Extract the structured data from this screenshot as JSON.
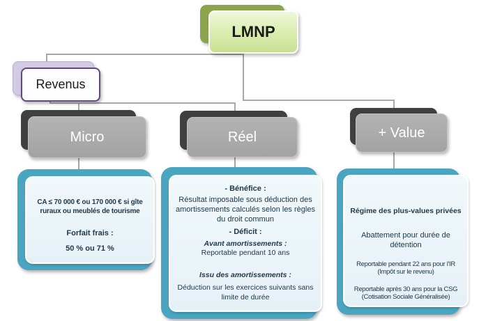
{
  "diagram": {
    "root_label": "LMNP",
    "revenus_label": "Revenus",
    "micro_label": "Micro",
    "reel_label": "Réel",
    "value_label": "+ Value",
    "micro_details": {
      "condition_line1": "CA ≤  70 000 € ou 170 000 €  si gîte",
      "condition_line2": "ruraux ou meublés de tourisme",
      "forfait_title": "Forfait frais :",
      "forfait_value": "50 % ou 71 %"
    },
    "reel_details": {
      "benefice_title": "- Bénéfice :",
      "benefice_body": "Résultat imposable sous déduction des amortissements calculés selon les règles du droit commun",
      "deficit_title": "- Déficit :",
      "avant_title": "Avant amortissements :",
      "avant_body": "Reportable pendant 10 ans",
      "issu_title": "Issu des amortissements :",
      "issu_body": "Déduction sur les exercices suivants sans limite de durée"
    },
    "value_details": {
      "title": "Régime des plus-values privées",
      "abattement": "Abattement pour durée de détention",
      "ir_line": "Reportable pendant 22 ans pour l'IR",
      "ir_sub": "(Impôt sur le revenu)",
      "csg_line": "Reportable après 30 ans pour la CSG",
      "csg_sub": "(Cotisation Sociale Généralisée)"
    },
    "colors": {
      "green_back": "#8ca44c",
      "green_front": "#ddefb2",
      "purple_back": "#d3cbe4",
      "purple_border": "#604a7b",
      "gray_back": "#404040",
      "gray_front": "#a6a6a6",
      "teal_back": "#49a5c0",
      "teal_front": "#eaf3f8",
      "connector": "#a8a8a8",
      "text_dark": "#20394a"
    }
  }
}
